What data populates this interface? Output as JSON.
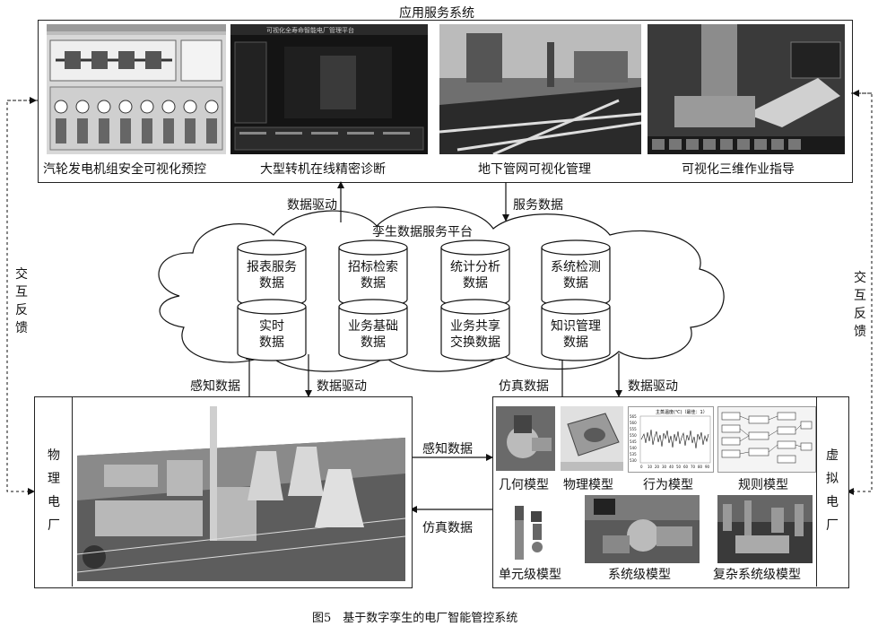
{
  "top_title": "应用服务系统",
  "apps": [
    {
      "label": "汽轮发电机组安全可视化预控"
    },
    {
      "label": "大型转机在线精密诊断"
    },
    {
      "label": "地下管网可视化管理"
    },
    {
      "label": "可视化三维作业指导"
    }
  ],
  "arrows": {
    "data_drive_up": "数据驱动",
    "service_data": "服务数据",
    "sense_data_left": "感知数据",
    "data_drive_left": "数据驱动",
    "sim_data_right": "仿真数据",
    "data_drive_right": "数据驱动",
    "sense_data_mid": "感知数据",
    "sim_data_mid": "仿真数据"
  },
  "cloud_title": "孪生数据服务平台",
  "cylinders": [
    {
      "l1": "报表服务",
      "l2": "数据"
    },
    {
      "l1": "招标检索",
      "l2": "数据"
    },
    {
      "l1": "统计分析",
      "l2": "数据"
    },
    {
      "l1": "系统检测",
      "l2": "数据"
    },
    {
      "l1": "实时",
      "l2": "数据"
    },
    {
      "l1": "业务基础",
      "l2": "数据"
    },
    {
      "l1": "业务共享",
      "l2": "交换数据"
    },
    {
      "l1": "知识管理",
      "l2": "数据"
    }
  ],
  "feedback_left": [
    "交",
    "互",
    "反",
    "馈"
  ],
  "feedback_right": [
    "交",
    "互",
    "反",
    "馈"
  ],
  "physical_plant": [
    "物",
    "理",
    "电",
    "厂"
  ],
  "virtual_plant": [
    "虚",
    "拟",
    "电",
    "厂"
  ],
  "models": [
    {
      "label": "几何模型"
    },
    {
      "label": "物理模型"
    },
    {
      "label": "行为模型"
    },
    {
      "label": "规则模型"
    },
    {
      "label": "单元级模型"
    },
    {
      "label": "系统级模型"
    },
    {
      "label": "复杂系统级模型"
    }
  ],
  "caption": "图5　基于数字孪生的电厂智能管控系统",
  "screenshot_texts": {
    "dashboard_title": "可视化全寿命智能电厂管理平台",
    "chart_title": "主蒸温度(℃)（最佳：1）",
    "chart_y_ticks": [
      "565",
      "560",
      "555",
      "550",
      "545",
      "540",
      "535",
      "530"
    ],
    "chart_x_ticks": [
      "0",
      "10",
      "20",
      "30",
      "40",
      "50",
      "60",
      "70",
      "80",
      "90"
    ]
  }
}
